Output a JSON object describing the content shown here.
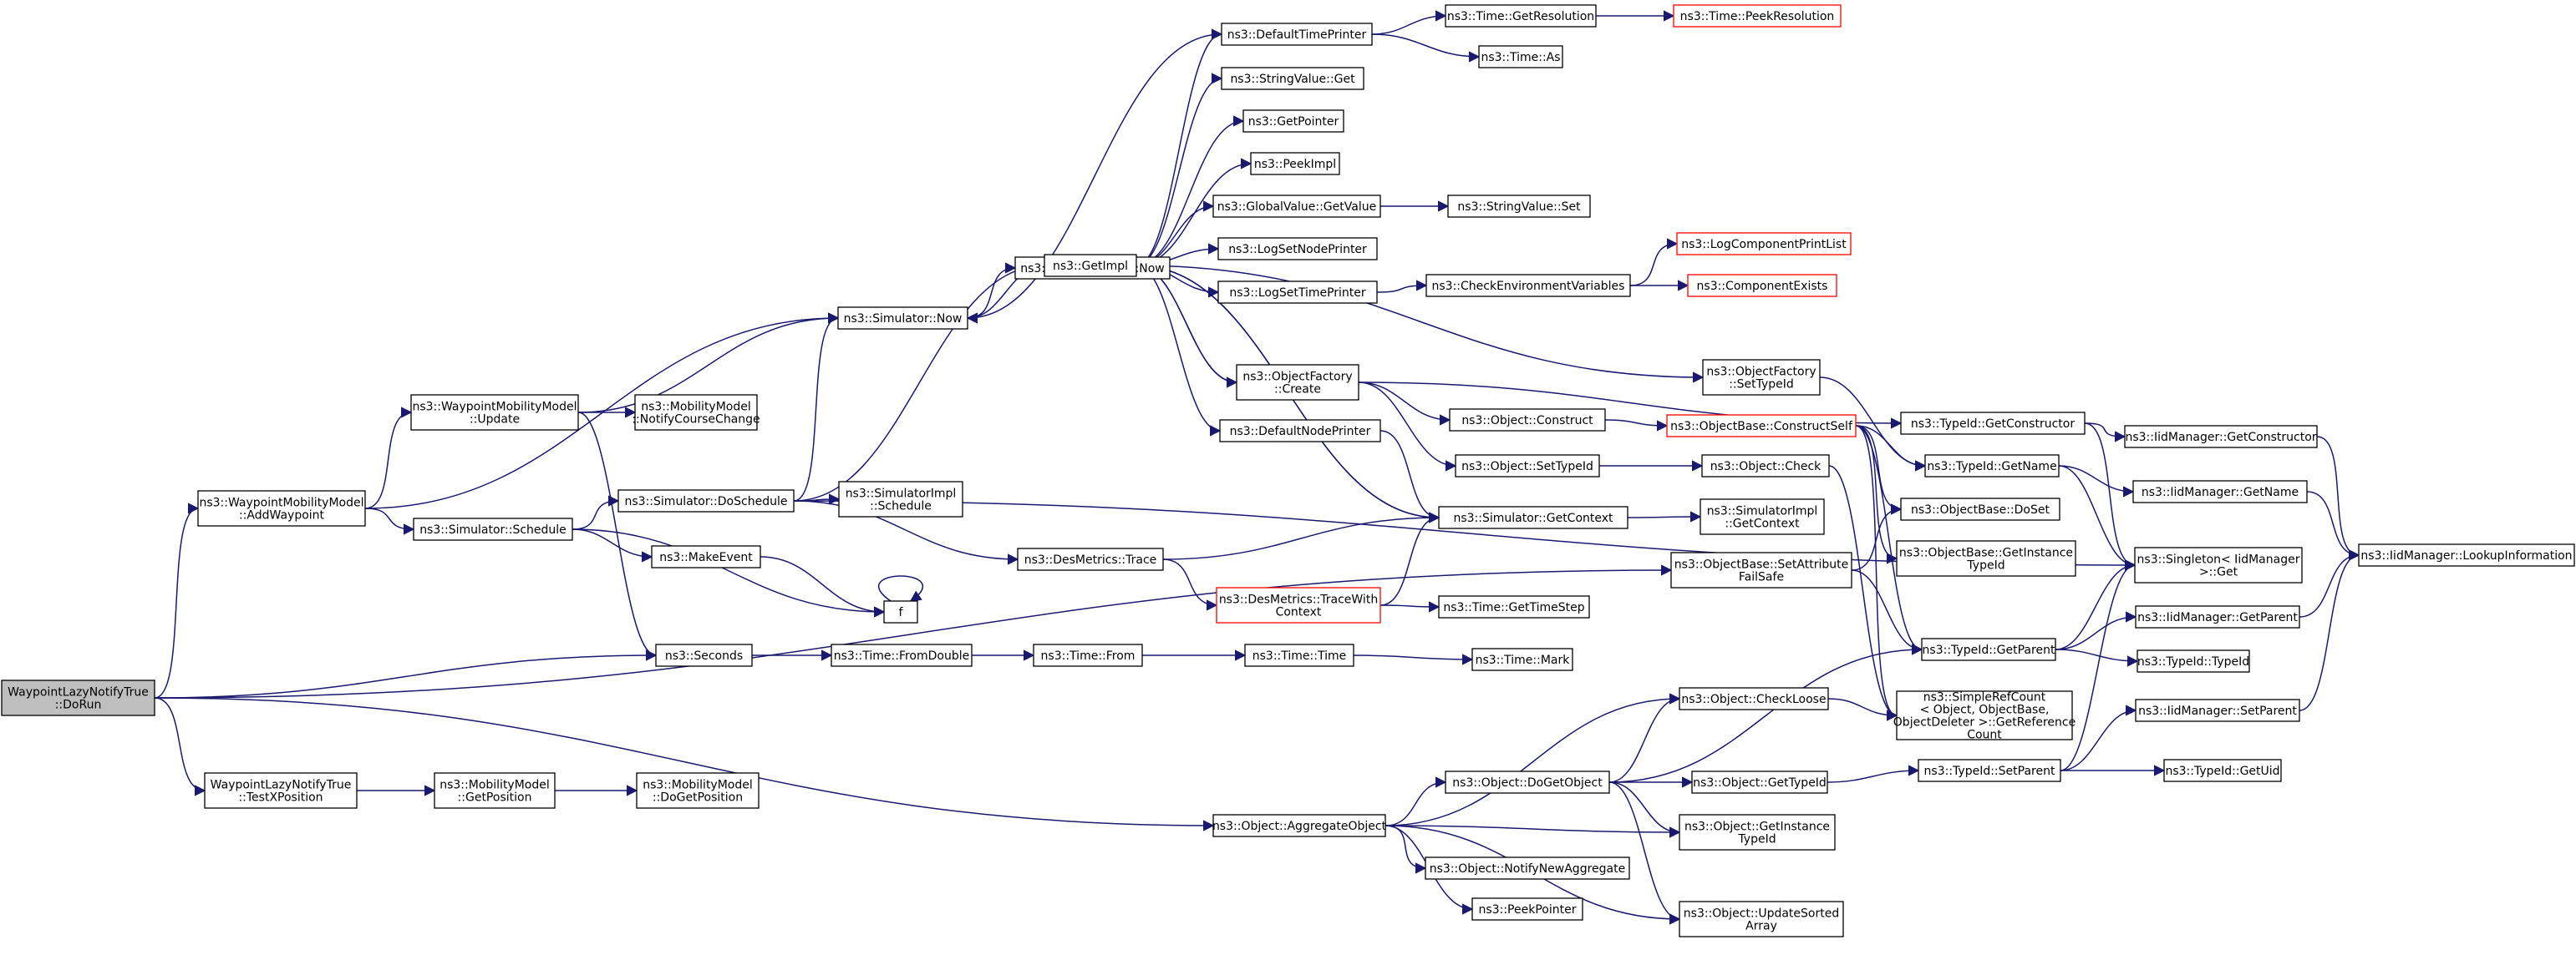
{
  "colors": {
    "background": "#ffffff",
    "edge": "#191970",
    "node_border": "#000000",
    "truncated_border": "#ff0000",
    "root_fill": "#bfbfbf"
  },
  "nodes": [
    {
      "id": "doRun",
      "lines": [
        "WaypointLazyNotifyTrue",
        "::DoRun"
      ],
      "root": true
    },
    {
      "id": "addWaypoint",
      "lines": [
        "ns3::WaypointMobilityModel",
        "::AddWaypoint"
      ]
    },
    {
      "id": "wmmUpdate",
      "lines": [
        "ns3::WaypointMobilityModel",
        "::Update"
      ]
    },
    {
      "id": "notifyCourse",
      "lines": [
        "ns3::MobilityModel",
        "::NotifyCourseChange"
      ]
    },
    {
      "id": "schedule",
      "lines": [
        "ns3::Simulator::Schedule"
      ]
    },
    {
      "id": "doSchedule",
      "lines": [
        "ns3::Simulator::DoSchedule"
      ]
    },
    {
      "id": "simImplSchedule",
      "lines": [
        "ns3::SimulatorImpl",
        "::Schedule"
      ]
    },
    {
      "id": "makeEvent",
      "lines": [
        "ns3::MakeEvent"
      ]
    },
    {
      "id": "f",
      "lines": [
        "f"
      ]
    },
    {
      "id": "seconds",
      "lines": [
        "ns3::Seconds"
      ]
    },
    {
      "id": "fromDouble",
      "lines": [
        "ns3::Time::FromDouble"
      ]
    },
    {
      "id": "timeFrom",
      "lines": [
        "ns3::Time::From"
      ]
    },
    {
      "id": "timeTime",
      "lines": [
        "ns3::Time::Time"
      ]
    },
    {
      "id": "timeMark",
      "lines": [
        "ns3::Time::Mark"
      ]
    },
    {
      "id": "simNow",
      "lines": [
        "ns3::Simulator::Now"
      ]
    },
    {
      "id": "simImplNow",
      "lines": [
        "ns3::SimulatorImpl::Now"
      ]
    },
    {
      "id": "getImpl",
      "lines": [
        "ns3::GetImpl"
      ]
    },
    {
      "id": "defaultTimePrinter",
      "lines": [
        "ns3::DefaultTimePrinter"
      ]
    },
    {
      "id": "getResolution",
      "lines": [
        "ns3::Time::GetResolution"
      ]
    },
    {
      "id": "peekResolution",
      "lines": [
        "ns3::Time::PeekResolution"
      ],
      "truncated": true
    },
    {
      "id": "timeAs",
      "lines": [
        "ns3::Time::As"
      ]
    },
    {
      "id": "stringValueGet",
      "lines": [
        "ns3::StringValue::Get"
      ]
    },
    {
      "id": "getPointer",
      "lines": [
        "ns3::GetPointer"
      ]
    },
    {
      "id": "peekImpl",
      "lines": [
        "ns3::PeekImpl"
      ]
    },
    {
      "id": "globalValueGet",
      "lines": [
        "ns3::GlobalValue::GetValue"
      ]
    },
    {
      "id": "stringValueSet",
      "lines": [
        "ns3::StringValue::Set"
      ]
    },
    {
      "id": "logSetNodePrinter",
      "lines": [
        "ns3::LogSetNodePrinter"
      ]
    },
    {
      "id": "logSetTimePrinter",
      "lines": [
        "ns3::LogSetTimePrinter"
      ]
    },
    {
      "id": "checkEnv",
      "lines": [
        "ns3::CheckEnvironmentVariables"
      ]
    },
    {
      "id": "logCompPrintList",
      "lines": [
        "ns3::LogComponentPrintList"
      ],
      "truncated": true
    },
    {
      "id": "componentExists",
      "lines": [
        "ns3::ComponentExists"
      ],
      "truncated": true
    },
    {
      "id": "objFactoryCreate",
      "lines": [
        "ns3::ObjectFactory",
        "::Create"
      ]
    },
    {
      "id": "defaultNodePrinter",
      "lines": [
        "ns3::DefaultNodePrinter"
      ]
    },
    {
      "id": "objFactorySetTypeId",
      "lines": [
        "ns3::ObjectFactory",
        "::SetTypeId"
      ]
    },
    {
      "id": "objConstruct",
      "lines": [
        "ns3::Object::Construct"
      ]
    },
    {
      "id": "objSetTypeId",
      "lines": [
        "ns3::Object::SetTypeId"
      ]
    },
    {
      "id": "constructSelf",
      "lines": [
        "ns3::ObjectBase::ConstructSelf"
      ],
      "truncated": true
    },
    {
      "id": "objCheck",
      "lines": [
        "ns3::Object::Check"
      ]
    },
    {
      "id": "simGetContext",
      "lines": [
        "ns3::Simulator::GetContext"
      ]
    },
    {
      "id": "simImplGetContext",
      "lines": [
        "ns3::SimulatorImpl",
        "::GetContext"
      ]
    },
    {
      "id": "desTrace",
      "lines": [
        "ns3::DesMetrics::Trace"
      ]
    },
    {
      "id": "desTraceWith",
      "lines": [
        "ns3::DesMetrics::TraceWith",
        "Context"
      ],
      "truncated": true
    },
    {
      "id": "getTimeStep",
      "lines": [
        "ns3::Time::GetTimeStep"
      ]
    },
    {
      "id": "setAttrFailSafe",
      "lines": [
        "ns3::ObjectBase::SetAttribute",
        "FailSafe"
      ]
    },
    {
      "id": "typeIdGetConstructor",
      "lines": [
        "ns3::TypeId::GetConstructor"
      ]
    },
    {
      "id": "typeIdGetName",
      "lines": [
        "ns3::TypeId::GetName"
      ]
    },
    {
      "id": "objBaseDoSet",
      "lines": [
        "ns3::ObjectBase::DoSet"
      ]
    },
    {
      "id": "objBaseGetInstance",
      "lines": [
        "ns3::ObjectBase::GetInstance",
        "TypeId"
      ]
    },
    {
      "id": "typeIdGetParent",
      "lines": [
        "ns3::TypeId::GetParent"
      ]
    },
    {
      "id": "typeIdTypeId",
      "lines": [
        "ns3::TypeId::TypeId"
      ]
    },
    {
      "id": "simpleRefCount",
      "lines": [
        "ns3::SimpleRefCount",
        "< Object, ObjectBase,",
        "ObjectDeleter >::GetReference",
        "Count"
      ]
    },
    {
      "id": "iidGetConstructor",
      "lines": [
        "ns3::IidManager::GetConstructor"
      ]
    },
    {
      "id": "iidGetName",
      "lines": [
        "ns3::IidManager::GetName"
      ]
    },
    {
      "id": "singletonGet",
      "lines": [
        "ns3::Singleton< IidManager",
        ">::Get"
      ]
    },
    {
      "id": "iidGetParent",
      "lines": [
        "ns3::IidManager::GetParent"
      ]
    },
    {
      "id": "iidSetParent",
      "lines": [
        "ns3::IidManager::SetParent"
      ]
    },
    {
      "id": "lookupInformation",
      "lines": [
        "ns3::IidManager::LookupInformation"
      ]
    },
    {
      "id": "testXPosition",
      "lines": [
        "WaypointLazyNotifyTrue",
        "::TestXPosition"
      ]
    },
    {
      "id": "mmGetPosition",
      "lines": [
        "ns3::MobilityModel",
        "::GetPosition"
      ]
    },
    {
      "id": "mmDoGetPosition",
      "lines": [
        "ns3::MobilityModel",
        "::DoGetPosition"
      ]
    },
    {
      "id": "aggregateObject",
      "lines": [
        "ns3::Object::AggregateObject"
      ]
    },
    {
      "id": "checkLoose",
      "lines": [
        "ns3::Object::CheckLoose"
      ]
    },
    {
      "id": "doGetObject",
      "lines": [
        "ns3::Object::DoGetObject"
      ]
    },
    {
      "id": "objGetTypeId",
      "lines": [
        "ns3::Object::GetTypeId"
      ]
    },
    {
      "id": "typeIdSetParent",
      "lines": [
        "ns3::TypeId::SetParent"
      ]
    },
    {
      "id": "typeIdGetUid",
      "lines": [
        "ns3::TypeId::GetUid"
      ]
    },
    {
      "id": "objGetInstanceTypeId",
      "lines": [
        "ns3::Object::GetInstance",
        "TypeId"
      ]
    },
    {
      "id": "notifyNewAggregate",
      "lines": [
        "ns3::Object::NotifyNewAggregate"
      ]
    },
    {
      "id": "peekPointer",
      "lines": [
        "ns3::PeekPointer"
      ]
    },
    {
      "id": "updateSortedArray",
      "lines": [
        "ns3::Object::UpdateSorted",
        "Array"
      ]
    }
  ],
  "edges": [
    [
      "doRun",
      "addWaypoint"
    ],
    [
      "doRun",
      "seconds"
    ],
    [
      "doRun",
      "setAttrFailSafe"
    ],
    [
      "doRun",
      "testXPosition"
    ],
    [
      "doRun",
      "aggregateObject"
    ],
    [
      "addWaypoint",
      "wmmUpdate"
    ],
    [
      "addWaypoint",
      "schedule"
    ],
    [
      "addWaypoint",
      "simNow"
    ],
    [
      "wmmUpdate",
      "notifyCourse"
    ],
    [
      "wmmUpdate",
      "simNow"
    ],
    [
      "wmmUpdate",
      "seconds"
    ],
    [
      "schedule",
      "doSchedule"
    ],
    [
      "schedule",
      "makeEvent"
    ],
    [
      "schedule",
      "f"
    ],
    [
      "doSchedule",
      "simImplSchedule"
    ],
    [
      "doSchedule",
      "getImpl"
    ],
    [
      "doSchedule",
      "simNow"
    ],
    [
      "doSchedule",
      "desTrace"
    ],
    [
      "doSchedule",
      "singletonGet"
    ],
    [
      "makeEvent",
      "f"
    ],
    [
      "f",
      "f"
    ],
    [
      "seconds",
      "fromDouble"
    ],
    [
      "fromDouble",
      "timeFrom"
    ],
    [
      "timeFrom",
      "timeTime"
    ],
    [
      "timeTime",
      "timeMark"
    ],
    [
      "simNow",
      "simImplNow"
    ],
    [
      "simNow",
      "getImpl"
    ],
    [
      "getImpl",
      "defaultTimePrinter"
    ],
    [
      "getImpl",
      "stringValueGet"
    ],
    [
      "getImpl",
      "getPointer"
    ],
    [
      "getImpl",
      "peekImpl"
    ],
    [
      "getImpl",
      "globalValueGet"
    ],
    [
      "getImpl",
      "logSetNodePrinter"
    ],
    [
      "getImpl",
      "logSetTimePrinter"
    ],
    [
      "getImpl",
      "objFactoryCreate"
    ],
    [
      "getImpl",
      "defaultNodePrinter"
    ],
    [
      "getImpl",
      "objFactorySetTypeId"
    ],
    [
      "getImpl",
      "simGetContext"
    ],
    [
      "defaultTimePrinter",
      "getResolution"
    ],
    [
      "defaultTimePrinter",
      "timeAs"
    ],
    [
      "defaultTimePrinter",
      "simNow"
    ],
    [
      "getResolution",
      "peekResolution"
    ],
    [
      "globalValueGet",
      "stringValueSet"
    ],
    [
      "logSetTimePrinter",
      "checkEnv"
    ],
    [
      "checkEnv",
      "logCompPrintList"
    ],
    [
      "checkEnv",
      "componentExists"
    ],
    [
      "objFactoryCreate",
      "objConstruct"
    ],
    [
      "objFactoryCreate",
      "objSetTypeId"
    ],
    [
      "objFactoryCreate",
      "typeIdGetConstructor"
    ],
    [
      "objFactoryCreate",
      "getImpl"
    ],
    [
      "defaultNodePrinter",
      "simGetContext"
    ],
    [
      "objFactorySetTypeId",
      "typeIdGetName"
    ],
    [
      "objConstruct",
      "constructSelf"
    ],
    [
      "objSetTypeId",
      "objCheck"
    ],
    [
      "constructSelf",
      "typeIdGetName"
    ],
    [
      "constructSelf",
      "objBaseDoSet"
    ],
    [
      "constructSelf",
      "objBaseGetInstance"
    ],
    [
      "constructSelf",
      "typeIdGetParent"
    ],
    [
      "constructSelf",
      "simpleRefCount"
    ],
    [
      "objCheck",
      "simpleRefCount"
    ],
    [
      "simGetContext",
      "simImplGetContext"
    ],
    [
      "simGetContext",
      "getImpl"
    ],
    [
      "desTrace",
      "simGetContext"
    ],
    [
      "desTrace",
      "desTraceWith"
    ],
    [
      "desTraceWith",
      "getTimeStep"
    ],
    [
      "desTraceWith",
      "simGetContext"
    ],
    [
      "setAttrFailSafe",
      "objBaseDoSet"
    ],
    [
      "setAttrFailSafe",
      "typeIdGetParent"
    ],
    [
      "typeIdGetConstructor",
      "iidGetConstructor"
    ],
    [
      "typeIdGetConstructor",
      "singletonGet"
    ],
    [
      "typeIdGetName",
      "iidGetName"
    ],
    [
      "typeIdGetName",
      "singletonGet"
    ],
    [
      "typeIdGetParent",
      "iidGetParent"
    ],
    [
      "typeIdGetParent",
      "typeIdTypeId"
    ],
    [
      "typeIdGetParent",
      "singletonGet"
    ],
    [
      "iidGetConstructor",
      "lookupInformation"
    ],
    [
      "iidGetName",
      "lookupInformation"
    ],
    [
      "iidGetParent",
      "lookupInformation"
    ],
    [
      "iidSetParent",
      "lookupInformation"
    ],
    [
      "testXPosition",
      "mmGetPosition"
    ],
    [
      "mmGetPosition",
      "mmDoGetPosition"
    ],
    [
      "aggregateObject",
      "checkLoose"
    ],
    [
      "aggregateObject",
      "doGetObject"
    ],
    [
      "aggregateObject",
      "objGetInstanceTypeId"
    ],
    [
      "aggregateObject",
      "notifyNewAggregate"
    ],
    [
      "aggregateObject",
      "peekPointer"
    ],
    [
      "aggregateObject",
      "updateSortedArray"
    ],
    [
      "doGetObject",
      "checkLoose"
    ],
    [
      "doGetObject",
      "objGetTypeId"
    ],
    [
      "doGetObject",
      "objGetInstanceTypeId"
    ],
    [
      "doGetObject",
      "typeIdGetParent"
    ],
    [
      "doGetObject",
      "updateSortedArray"
    ],
    [
      "checkLoose",
      "simpleRefCount"
    ],
    [
      "objGetTypeId",
      "typeIdSetParent"
    ],
    [
      "typeIdSetParent",
      "iidSetParent"
    ],
    [
      "typeIdSetParent",
      "typeIdGetUid"
    ],
    [
      "typeIdSetParent",
      "singletonGet"
    ]
  ]
}
